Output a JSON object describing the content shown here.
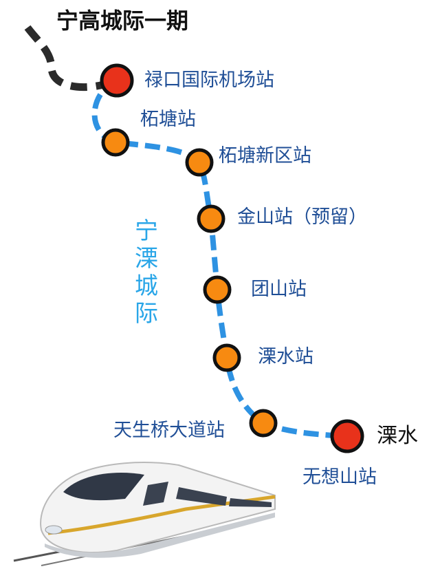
{
  "map": {
    "phase1_title": "宁高城际一期",
    "line_name": "宁溧城际",
    "terminal_label": "溧水",
    "colors": {
      "line": "#2e92e2",
      "line_phase1": "#2b2b2b",
      "station_fill": "#f78a11",
      "terminal_fill": "#e8321b",
      "station_label": "#1f4e96",
      "line_label": "#2aa6e8"
    },
    "stations": [
      {
        "name": "禄口国际机场站",
        "type": "terminal"
      },
      {
        "name": "柘塘站",
        "type": "station"
      },
      {
        "name": "柘塘新区站",
        "type": "station"
      },
      {
        "name": "金山站（预留）",
        "type": "station"
      },
      {
        "name": "团山站",
        "type": "station"
      },
      {
        "name": "溧水站",
        "type": "station"
      },
      {
        "name": "天生桥大道站",
        "type": "station"
      },
      {
        "name": "无想山站",
        "type": "terminal"
      }
    ]
  }
}
